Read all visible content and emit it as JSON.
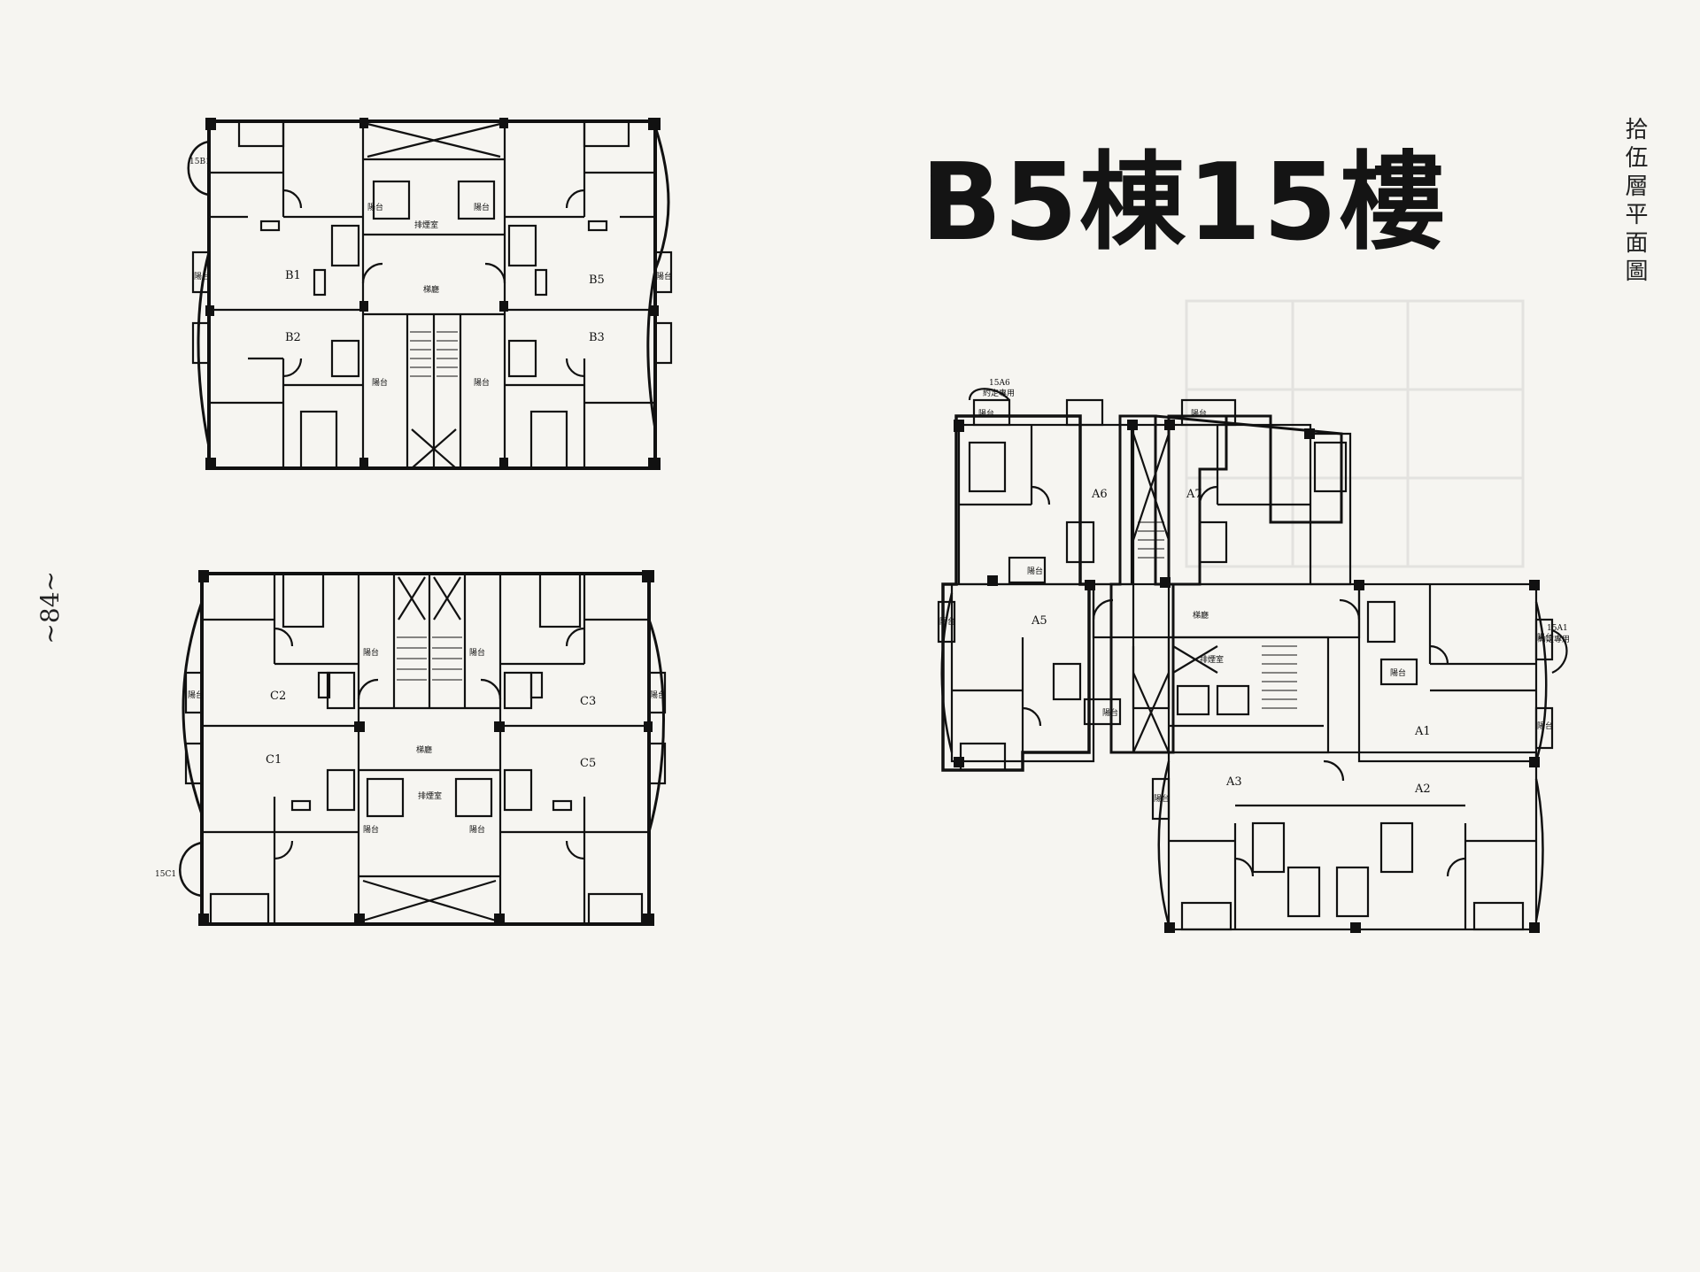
{
  "title": "B5棟15樓",
  "vertical_title": "拾伍層平面圖",
  "page_number": "~84~",
  "labels": {
    "balcony": "陽台",
    "corridor": "梯廳",
    "smoke_room": "排煙室",
    "reserved": "約定專用"
  },
  "blocks": {
    "b": {
      "units": [
        "B1",
        "B5",
        "B2",
        "B3"
      ],
      "tag": "15B1"
    },
    "c": {
      "units": [
        "C2",
        "C3",
        "C1",
        "C5"
      ],
      "tag": "15C1"
    },
    "a": {
      "units": [
        "A6",
        "A7",
        "A5",
        "A1",
        "A3",
        "A2"
      ],
      "tag_left": "15A6",
      "tag_right": "15A1"
    }
  }
}
